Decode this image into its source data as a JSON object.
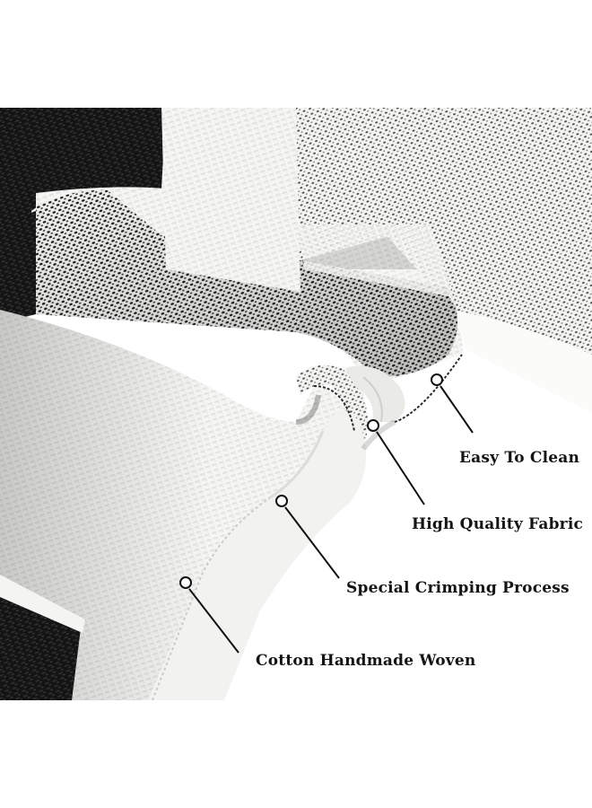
{
  "image": {
    "subject": "black-white-striped-woven-cotton-rug-folds",
    "background_color": "#ffffff",
    "stripe_colors": {
      "black": "#161616",
      "white": "#f5f5f3"
    }
  },
  "callouts": [
    {
      "label": "Easy To Clean"
    },
    {
      "label": "High Quality Fabric"
    },
    {
      "label": "Special Crimping Process"
    },
    {
      "label": "Cotton Handmade Woven"
    }
  ]
}
